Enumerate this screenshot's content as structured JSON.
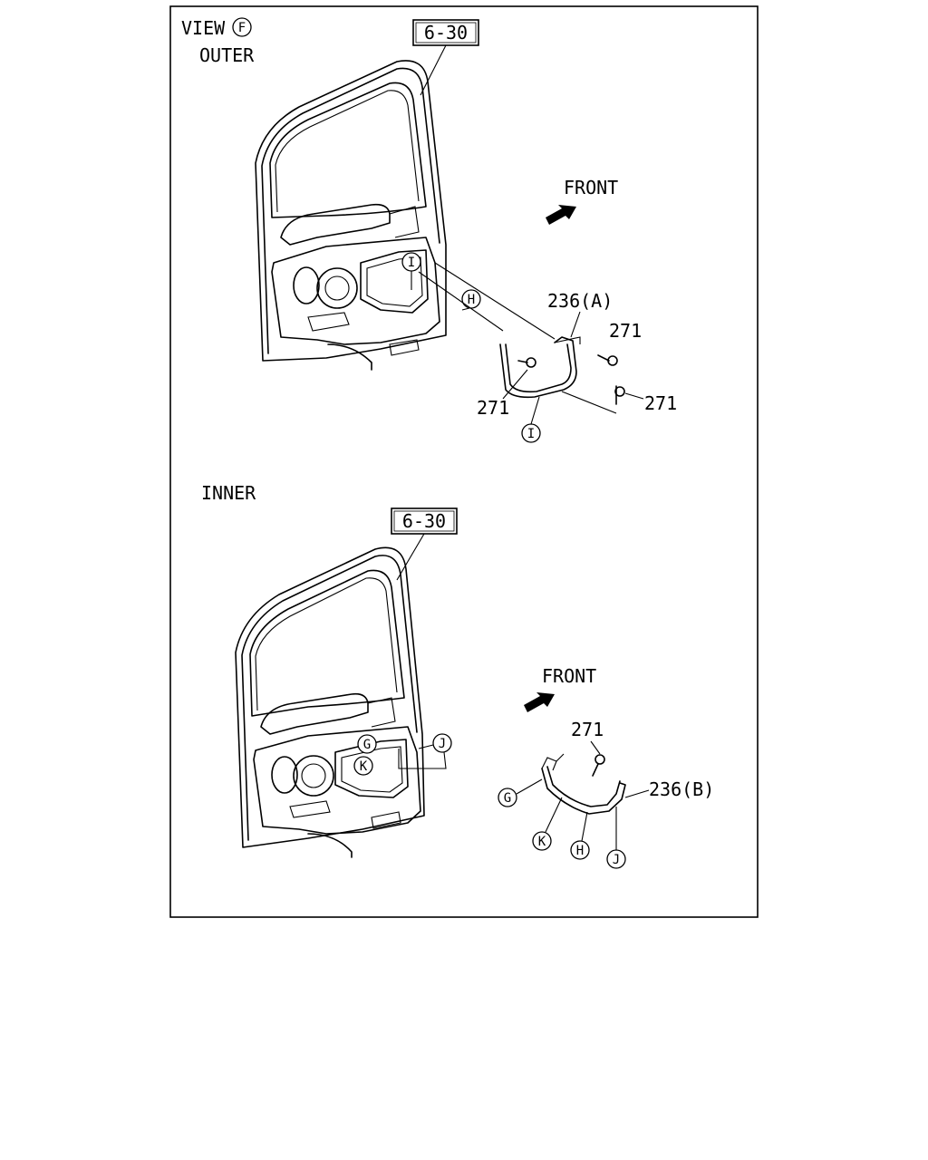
{
  "header": {
    "view_label": "VIEW",
    "view_letter": "F"
  },
  "outer": {
    "section_label": "OUTER",
    "ref_box": "6-30",
    "front_label": "FRONT",
    "parts": {
      "bracket": "236(A)",
      "bolt_top_right": "271",
      "bolt_bottom_right": "271",
      "bolt_left": "271"
    },
    "callouts": {
      "door_i": "I",
      "door_h": "H",
      "part_i": "I"
    }
  },
  "inner": {
    "section_label": "INNER",
    "ref_box": "6-30",
    "front_label": "FRONT",
    "parts": {
      "bolt": "271",
      "bracket": "236(B)"
    },
    "callouts": {
      "door_g": "G",
      "door_k": "K",
      "door_j": "J",
      "part_g": "G",
      "part_k": "K",
      "part_h": "H",
      "part_j": "J"
    }
  }
}
